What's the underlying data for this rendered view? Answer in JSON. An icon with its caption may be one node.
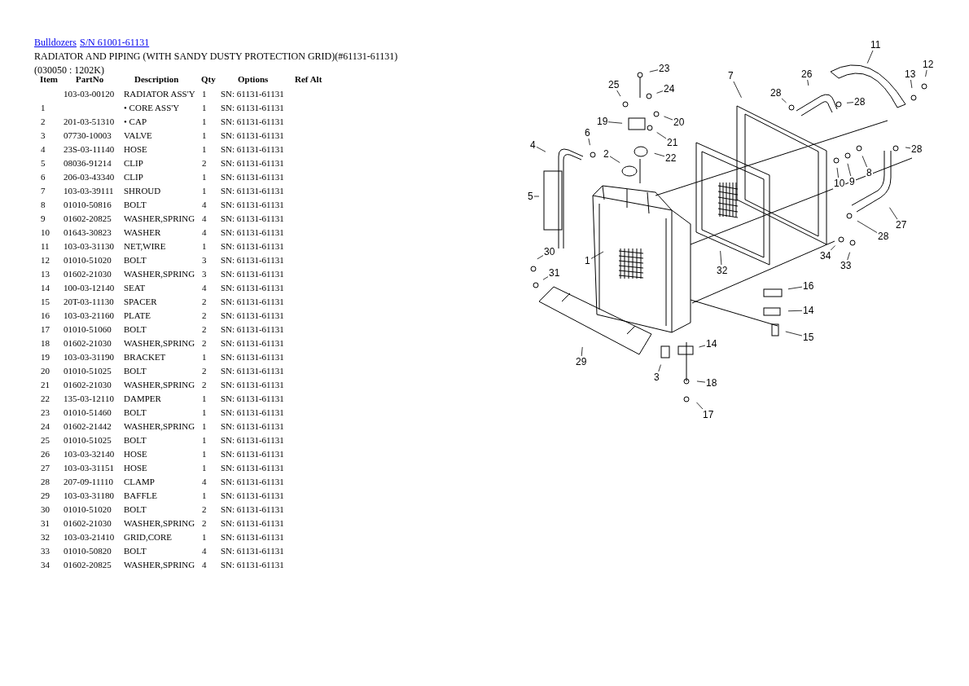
{
  "diagram": {
    "title": "RADIATOR AND PIPING (WITH SANDY DUSTY PROTECTION GRID)(#61131-61131)(030050 : 1202K)",
    "nodes": [
      {
        "text": [
          "1"
        ]
      },
      {
        "text": [
          "2"
        ]
      },
      {
        "text": [
          "3"
        ]
      },
      {
        "text": [
          "4"
        ]
      },
      {
        "text": [
          "5"
        ]
      },
      {
        "text": [
          "6"
        ]
      },
      {
        "text": [
          "7"
        ]
      },
      {
        "text": [
          "8"
        ]
      },
      {
        "text": [
          "9"
        ]
      },
      {
        "text": [
          "10"
        ]
      },
      {
        "text": [
          "11"
        ]
      },
      {
        "text": [
          "12"
        ]
      },
      {
        "text": [
          "13"
        ]
      },
      {
        "text": [
          "14"
        ]
      },
      {
        "text": [
          "14"
        ]
      },
      {
        "text": [
          "15"
        ]
      },
      {
        "text": [
          "16"
        ]
      },
      {
        "text": [
          "17"
        ]
      },
      {
        "text": [
          "18"
        ]
      },
      {
        "text": [
          "19"
        ]
      },
      {
        "text": [
          "20"
        ]
      },
      {
        "text": [
          "21"
        ]
      },
      {
        "text": [
          "22"
        ]
      },
      {
        "text": [
          "23"
        ]
      },
      {
        "text": [
          "24"
        ]
      },
      {
        "text": [
          "25"
        ]
      },
      {
        "text": [
          "26"
        ]
      },
      {
        "text": [
          "27"
        ]
      },
      {
        "text": [
          "28"
        ]
      },
      {
        "text": [
          "28"
        ]
      },
      {
        "text": [
          "28"
        ]
      },
      {
        "text": [
          "28"
        ]
      },
      {
        "text": [
          "29"
        ]
      },
      {
        "text": [
          "30"
        ]
      },
      {
        "text": [
          "31"
        ]
      },
      {
        "text": [
          "32"
        ]
      },
      {
        "text": [
          "33"
        ]
      },
      {
        "text": [
          "34"
        ]
      }
    ],
    "edges": [
      {
        "from": 0,
        "to": null,
        "arrow": "none"
      },
      {
        "from": 1,
        "to": null,
        "arrow": "none"
      },
      {
        "from": 2,
        "to": null,
        "arrow": "none"
      },
      {
        "from": 3,
        "to": null,
        "arrow": "none"
      },
      {
        "from": 4,
        "to": null,
        "arrow": "none"
      },
      {
        "from": 5,
        "to": null,
        "arrow": "none"
      },
      {
        "from": 6,
        "to": null,
        "arrow": "none"
      },
      {
        "from": 7,
        "to": null,
        "arrow": "none"
      },
      {
        "from": 8,
        "to": null,
        "arrow": "none"
      },
      {
        "from": 9,
        "to": null,
        "arrow": "none"
      },
      {
        "from": 10,
        "to": null,
        "arrow": "none"
      },
      {
        "from": 11,
        "to": null,
        "arrow": "none"
      },
      {
        "from": 12,
        "to": null,
        "arrow": "none"
      },
      {
        "from": 13,
        "to": null,
        "arrow": "none"
      },
      {
        "from": 14,
        "to": null,
        "arrow": "none"
      },
      {
        "from": 15,
        "to": null,
        "arrow": "none"
      },
      {
        "from": 16,
        "to": null,
        "arrow": "none"
      },
      {
        "from": 17,
        "to": null,
        "arrow": "none"
      },
      {
        "from": 18,
        "to": null,
        "arrow": "none"
      },
      {
        "from": 19,
        "to": null,
        "arrow": "none"
      },
      {
        "from": 20,
        "to": null,
        "arrow": "none"
      },
      {
        "from": 21,
        "to": null,
        "arrow": "none"
      },
      {
        "from": 22,
        "to": null,
        "arrow": "none"
      },
      {
        "from": 23,
        "to": null,
        "arrow": "none"
      },
      {
        "from": 24,
        "to": null,
        "arrow": "none"
      },
      {
        "from": 25,
        "to": null,
        "arrow": "none"
      },
      {
        "from": 26,
        "to": null,
        "arrow": "none"
      },
      {
        "from": 27,
        "to": null,
        "arrow": "none"
      },
      {
        "from": 28,
        "to": null,
        "arrow": "none"
      },
      {
        "from": 29,
        "to": null,
        "arrow": "none"
      },
      {
        "from": 30,
        "to": null,
        "arrow": "none"
      },
      {
        "from": 31,
        "to": null,
        "arrow": "none"
      },
      {
        "from": 32,
        "to": null,
        "arrow": "none"
      },
      {
        "from": 33,
        "to": null,
        "arrow": "none"
      },
      {
        "from": 34,
        "to": null,
        "arrow": "none"
      },
      {
        "from": 35,
        "to": null,
        "arrow": "none"
      },
      {
        "from": 36,
        "to": null,
        "arrow": "none"
      },
      {
        "from": 37,
        "to": null,
        "arrow": "none"
      }
    ],
    "labels": [
      "Bulldozers",
      "S/N 61001-61131",
      "Item",
      "PartNo",
      "Description",
      "Qty",
      "Options",
      "Ref Alt",
      "103-03-00120",
      "RADIATOR ASS'Y",
      "1",
      "SN: 61131-61131",
      "1",
      "• CORE ASS'Y",
      "1",
      "SN: 61131-61131",
      "2",
      "201-03-51310",
      "• CAP",
      "1",
      "SN: 61131-61131",
      "3",
      "07730-10003",
      "VALVE",
      "1",
      "SN: 61131-61131",
      "4",
      "23S-03-11140",
      "HOSE",
      "1",
      "SN: 61131-61131",
      "5",
      "08036-91214",
      "CLIP",
      "2",
      "SN: 61131-61131",
      "6",
      "206-03-43340",
      "CLIP",
      "1",
      "SN: 61131-61131",
      "7",
      "103-03-39111",
      "SHROUD",
      "1",
      "SN: 61131-61131",
      "8",
      "01010-50816",
      "BOLT",
      "4",
      "SN: 61131-61131",
      "9",
      "01602-20825",
      "WASHER,SPRING",
      "4",
      "SN: 61131-61131",
      "10",
      "01643-30823",
      "WASHER",
      "4",
      "SN: 61131-61131",
      "11",
      "103-03-31130",
      "NET,WIRE",
      "1",
      "SN: 61131-61131",
      "12",
      "01010-51020",
      "BOLT",
      "3",
      "SN: 61131-61131",
      "13",
      "01602-21030",
      "WASHER,SPRING",
      "3",
      "SN: 61131-61131",
      "14",
      "100-03-12140",
      "SEAT",
      "4",
      "SN: 61131-61131",
      "15",
      "20T-03-11130",
      "SPACER",
      "2",
      "SN: 61131-61131",
      "16",
      "103-03-21160",
      "PLATE",
      "2",
      "SN: 61131-61131",
      "17",
      "01010-51060",
      "BOLT",
      "2",
      "SN: 61131-61131",
      "18",
      "01602-21030",
      "WASHER,SPRING",
      "2",
      "SN: 61131-61131",
      "19",
      "103-03-31190",
      "BRACKET",
      "1",
      "SN: 61131-61131",
      "20",
      "01010-51025",
      "BOLT",
      "2",
      "SN: 61131-61131",
      "21",
      "01602-21030",
      "WASHER,SPRING",
      "2",
      "SN: 61131-61131",
      "22",
      "135-03-12110",
      "DAMPER",
      "1",
      "SN: 61131-61131",
      "23",
      "01010-51460",
      "BOLT",
      "1",
      "SN: 61131-61131",
      "24",
      "01602-21442",
      "WASHER,SPRING",
      "1",
      "SN: 61131-61131",
      "25",
      "01010-51025",
      "BOLT",
      "1",
      "SN: 61131-61131",
      "26",
      "103-03-32140",
      "HOSE",
      "1",
      "SN: 61131-61131",
      "27",
      "103-03-31151",
      "HOSE",
      "1",
      "SN: 61131-61131",
      "28",
      "207-09-11110",
      "CLAMP",
      "4",
      "SN: 61131-61131",
      "29",
      "103-03-31180",
      "BAFFLE",
      "1",
      "SN: 61131-61131",
      "30",
      "01010-51020",
      "BOLT",
      "2",
      "SN: 61131-61131",
      "31",
      "01602-21030",
      "WASHER,SPRING",
      "2",
      "SN: 61131-61131",
      "32",
      "103-03-21410",
      "GRID,CORE",
      "1",
      "SN: 61131-61131",
      "33",
      "01010-50820",
      "BOLT",
      "4",
      "SN: 61131-61131",
      "34",
      "01602-20825",
      "WASHER,SPRING",
      "4",
      "SN: 61131-61131"
    ]
  }
}
